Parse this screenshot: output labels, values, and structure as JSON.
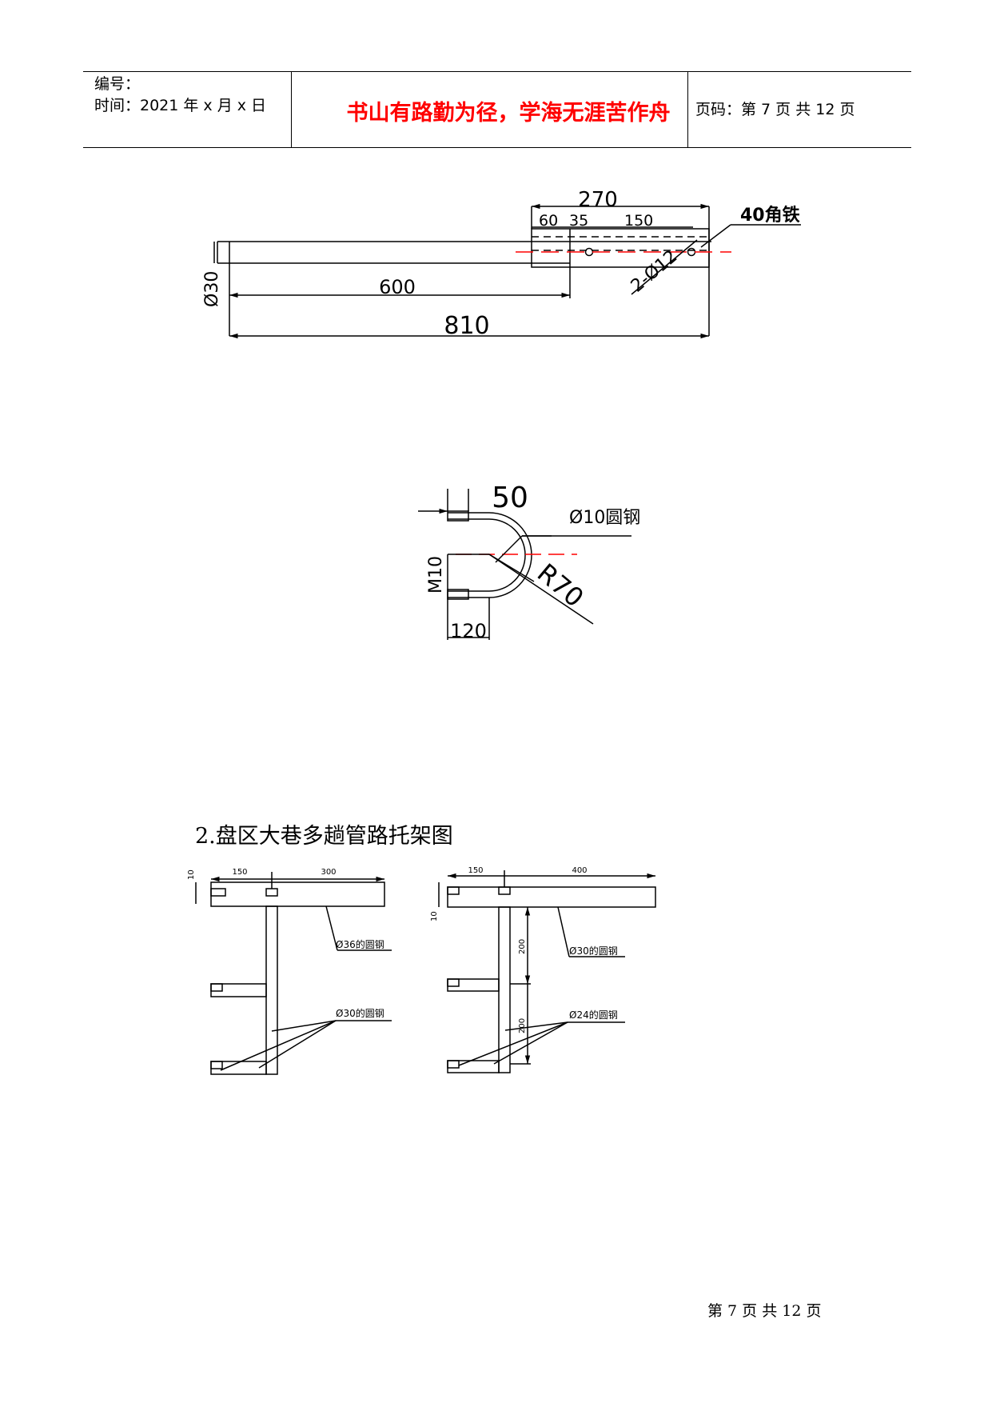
{
  "header": {
    "serial_label": "编号：",
    "time_label": "时间：2021 年 x 月 x 日",
    "motto": "书山有路勤为径，学海无涯苦作舟",
    "page_label": "页码：第 7 页 共 12 页"
  },
  "drawing1": {
    "dim_270": "270",
    "dim_60": "60",
    "dim_35": "35",
    "dim_150": "150",
    "dim_600": "600",
    "dim_810": "810",
    "dim_d30": "Ø30",
    "hole_label": "2-Ø12",
    "angle_label": "40角铁"
  },
  "drawing2": {
    "dim_50": "50",
    "bar_label": "Ø10圆钢",
    "thread_label": "M10",
    "radius_label": "R70",
    "dim_120": "120"
  },
  "caption": "2.盘区大巷多趟管路托架图",
  "drawing3": {
    "dim_10": "10",
    "dim_150": "150",
    "dim_300": "300",
    "bar_top": "Ø36的圆钢",
    "bar_arm": "Ø30的圆钢"
  },
  "drawing4": {
    "dim_10": "10",
    "dim_150": "150",
    "dim_400": "400",
    "dim_200a": "200",
    "dim_200b": "200",
    "bar_top": "Ø30的圆钢",
    "bar_arm": "Ø24的圆钢"
  },
  "footer": "第 7 页 共 12 页",
  "colors": {
    "text": "#000000",
    "motto": "#ff0000",
    "centerline": "#ff0000"
  }
}
